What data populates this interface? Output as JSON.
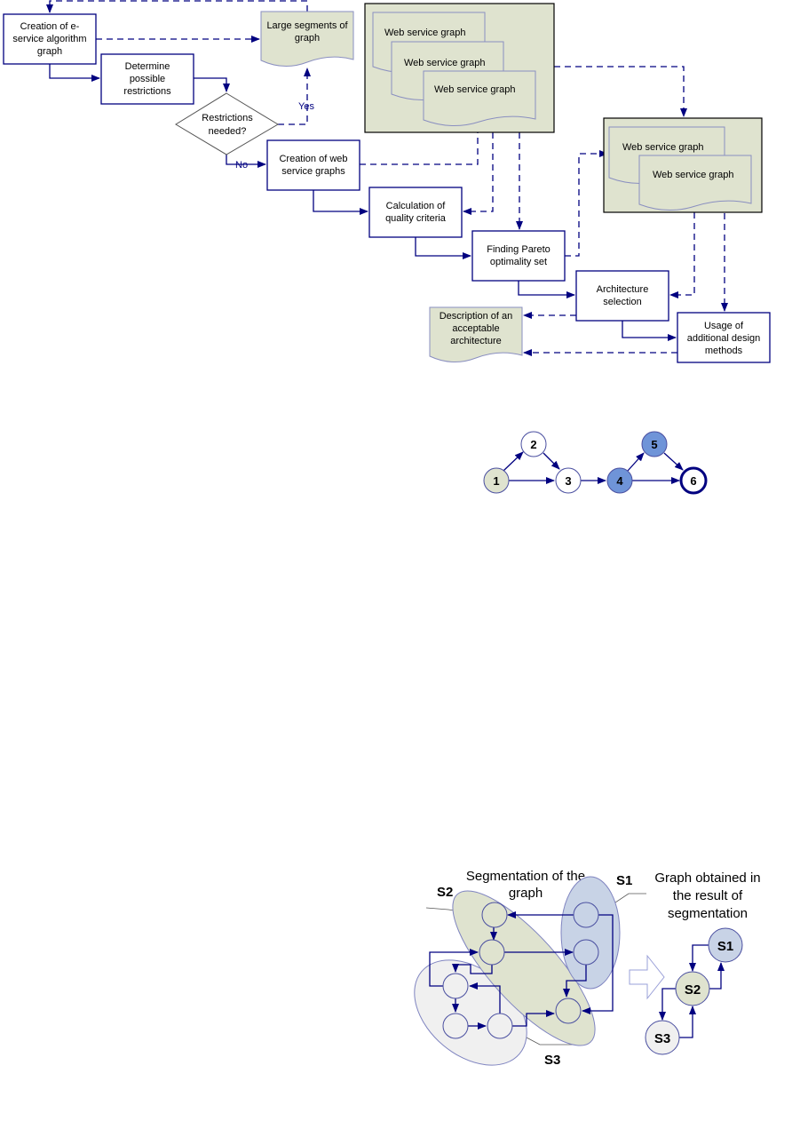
{
  "flowchart": {
    "creation_algorithm": [
      "Creation of e-",
      "service algorithm",
      "graph"
    ],
    "determine": [
      "Determine",
      "possible",
      "restrictions"
    ],
    "decision": [
      "Restrictions",
      "needed?"
    ],
    "yes": "Yes",
    "no": "No",
    "large_segments": [
      "Large segments of",
      "graph"
    ],
    "creation_web": [
      "Creation of web",
      "service graphs"
    ],
    "calculation": [
      "Calculation of",
      "quality criteria"
    ],
    "pareto": [
      "Finding Pareto",
      "optimality set"
    ],
    "architecture": [
      "Architecture",
      "selection"
    ],
    "usage": [
      "Usage of",
      "additional design",
      "methods"
    ],
    "description": [
      "Description of an",
      "acceptable",
      "architecture"
    ],
    "web_service_graph": "Web service graph"
  },
  "small_graph": {
    "nodes": [
      "1",
      "2",
      "3",
      "4",
      "5",
      "6"
    ],
    "colors": {
      "green": "#dfe3cf",
      "blue": "#6f94d8",
      "white": "#ffffff"
    }
  },
  "segmentation": {
    "title": [
      "Segmentation of the",
      "graph"
    ],
    "result_title": [
      "Graph obtained in",
      "the result of",
      "segmentation"
    ],
    "s1": "S1",
    "s2": "S2",
    "s3": "S3"
  }
}
